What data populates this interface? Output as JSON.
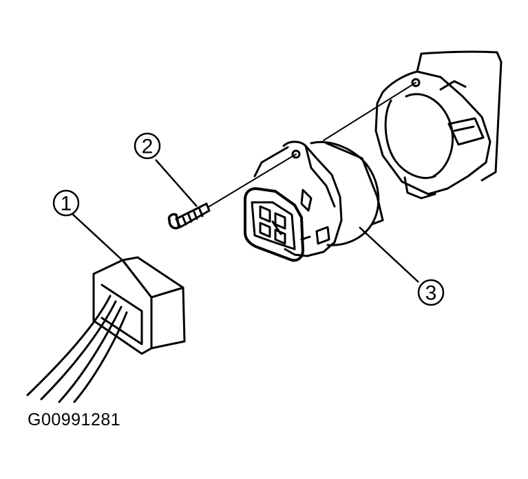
{
  "figure": {
    "callouts": [
      {
        "label": "1",
        "part": "harness-connector"
      },
      {
        "label": "2",
        "part": "screw"
      },
      {
        "label": "3",
        "part": "switch"
      }
    ],
    "figure_id": "G00991281"
  },
  "colors": {
    "line": "#000000",
    "background": "#ffffff"
  }
}
